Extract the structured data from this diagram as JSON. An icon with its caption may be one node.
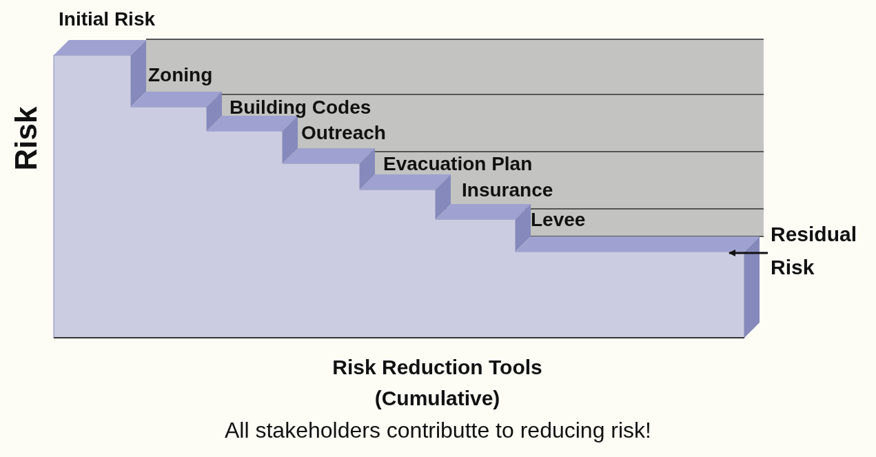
{
  "diagram": {
    "caption": "All stakeholders contributte to reducing risk!",
    "nodes": [
      {
        "text": [
          "Residual Risk"
        ]
      },
      {
        "text": [],
        "shape": "picture"
      }
    ],
    "edges": [
      {
        "from": 0,
        "to": 1,
        "arrow": "to"
      }
    ],
    "labels": [
      "Initial Risk",
      "Zoning",
      "Building Codes",
      "Outreach",
      "Evacuation Plan",
      "Insurance",
      "Levee",
      "Risk",
      "Risk Reduction Tools (Cumulative)"
    ]
  }
}
